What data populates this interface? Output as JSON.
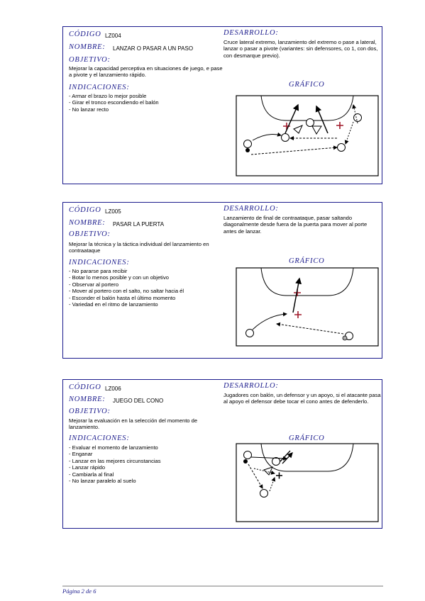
{
  "labels": {
    "codigo": "CÓDIGO",
    "nombre": "NOMBRE:",
    "objetivo": "OBJETIVO:",
    "indicaciones": "INDICACIONES:",
    "desarrollo": "DESARROLLO:",
    "grafico": "GRÁFICO"
  },
  "cards": [
    {
      "code": "LZ004",
      "name": "LANZAR O PASAR A UN PASO",
      "objective": "Mejorar la capacidad perceptiva en situaciones de juego, e pase a pivote y el lanzamiento rápido.",
      "indications": [
        "- Armar el brazo lo mejor posible",
        "- Girar el tronco escondiendo el balón",
        "- No lanzar recto"
      ],
      "development": "Cruce lateral extremo, lanzamiento del extremo o pase a lateral, lanzar o pasar a pivote (variantes: sin defensores, co 1, con dos, con desmarque previo)."
    },
    {
      "code": "LZ005",
      "name": "PASAR LA PUERTA",
      "objective": "Mejorar la técnica y la táctica individual del lanzamiento en contraataque",
      "indications": [
        "- No pararse para recibir",
        "- Botar lo menos posible y con un objetivo",
        "- Observar al portero",
        "- Mover al portero con el salto, no saltar hacia él",
        "- Esconder el balón hasta el último momento",
        "- Variedad en el ritmo de lanzamiento"
      ],
      "development": "Lanzamiento de final de contraataque, pasar saltando diagonalmente desde fuera de la puerta para mover al porte antes de lanzar."
    },
    {
      "code": "LZ006",
      "name": "JUEGO DEL CONO",
      "objective": "Mejorar la evaluación en la selección del momento de lanzamiento.",
      "indications": [
        "- Evaluar el momento de lanzamiento",
        "- Enganar",
        "- Lanzar en las mejores circunstancias",
        "- Lanzar rápido",
        "- Cambiarla al final",
        "- No lanzar paralelo al suelo"
      ],
      "development": "Jugadores con balón, un defensor y un apoyo, si el atacante pasa al apoyo el defensor debe tocar el cono antes de defenderlo."
    }
  ],
  "footer": "Página 2 de 6"
}
